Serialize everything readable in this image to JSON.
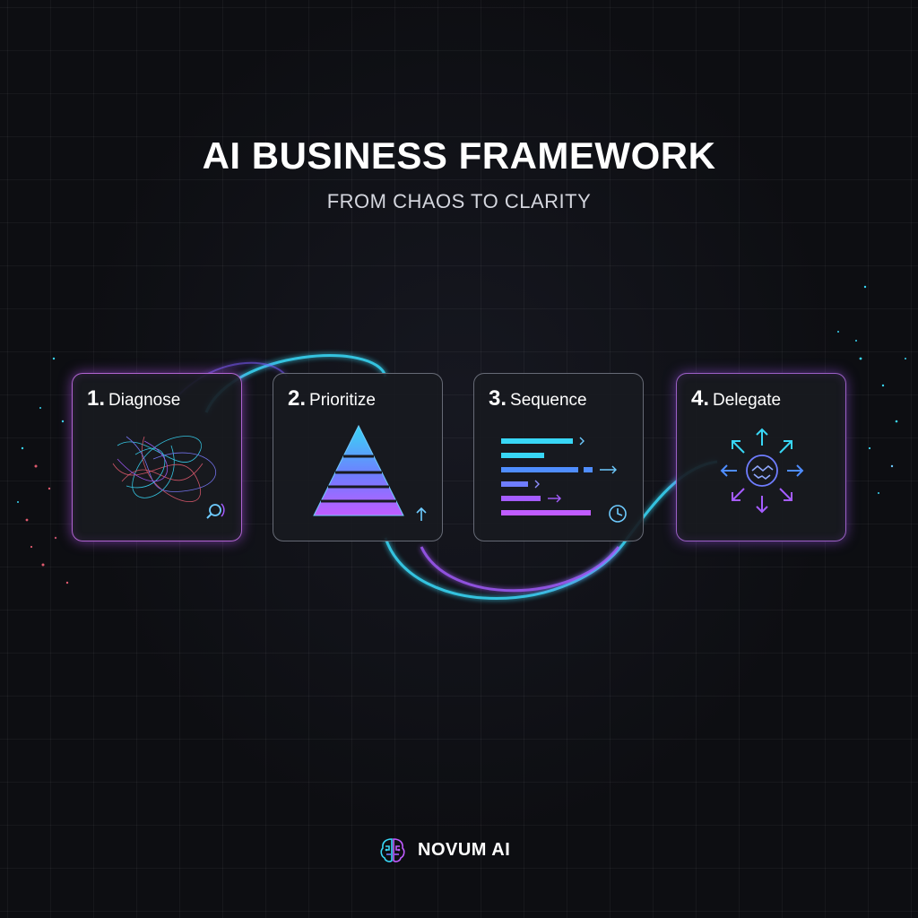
{
  "header": {
    "title": "AI BUSINESS FRAMEWORK",
    "subtitle": "FROM CHAOS TO CLARITY"
  },
  "steps": [
    {
      "number": "1.",
      "label": "Diagnose",
      "icon": "tangled-network-icon",
      "badge_icon": "magnifier-icon"
    },
    {
      "number": "2.",
      "label": "Prioritize",
      "icon": "layered-pyramid-icon",
      "badge_icon": "up-arrow-icon"
    },
    {
      "number": "3.",
      "label": "Sequence",
      "icon": "timeline-bars-icon",
      "badge_icon": "clock-icon"
    },
    {
      "number": "4.",
      "label": "Delegate",
      "icon": "handshake-icon",
      "badge_icon": "outward-arrows-icon"
    }
  ],
  "brand": {
    "name": "NOVUM AI",
    "logo_icon": "brain-circuit-logo-icon"
  },
  "colors": {
    "background": "#0d0e12",
    "cyan": "#38d6f5",
    "blue": "#4f8dff",
    "purple": "#a55cff",
    "magenta": "#d06bff",
    "text": "#ffffff"
  }
}
